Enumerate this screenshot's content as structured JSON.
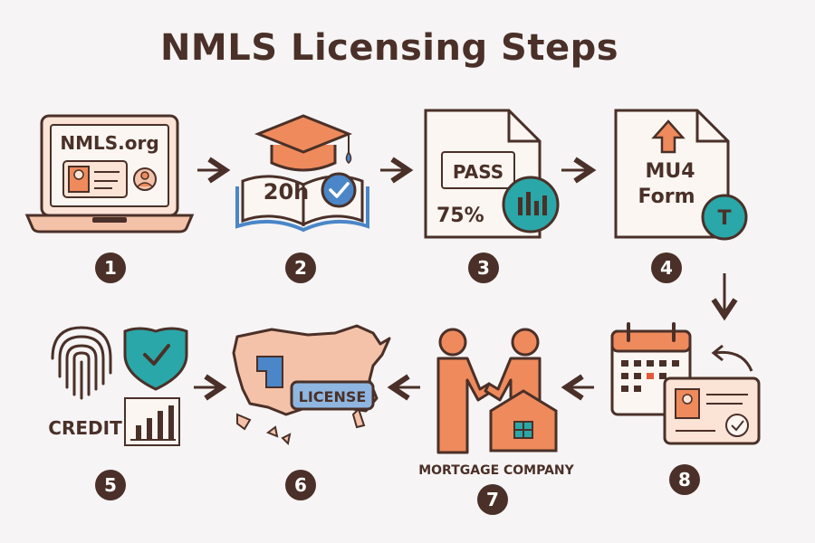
{
  "title": "NMLS Licensing Steps",
  "steps": [
    {
      "number": "1",
      "label": "NMLS.org"
    },
    {
      "number": "2",
      "label": "20h"
    },
    {
      "number": "3",
      "label": "PASS",
      "score": "75%"
    },
    {
      "number": "4",
      "label_line1": "MU4",
      "label_line2": "Form",
      "badge": "T"
    },
    {
      "number": "5",
      "label": "CREDIT"
    },
    {
      "number": "6",
      "label": "LICENSE"
    },
    {
      "number": "7",
      "label": "MORTGAGE COMPANY"
    },
    {
      "number": "8"
    }
  ],
  "colors": {
    "outline": "#4a3028",
    "peach": "#f4c2a8",
    "orange": "#ee8a5c",
    "blue": "#4a86c8",
    "teal": "#2aa7a8",
    "paper": "#fbf6f2"
  }
}
